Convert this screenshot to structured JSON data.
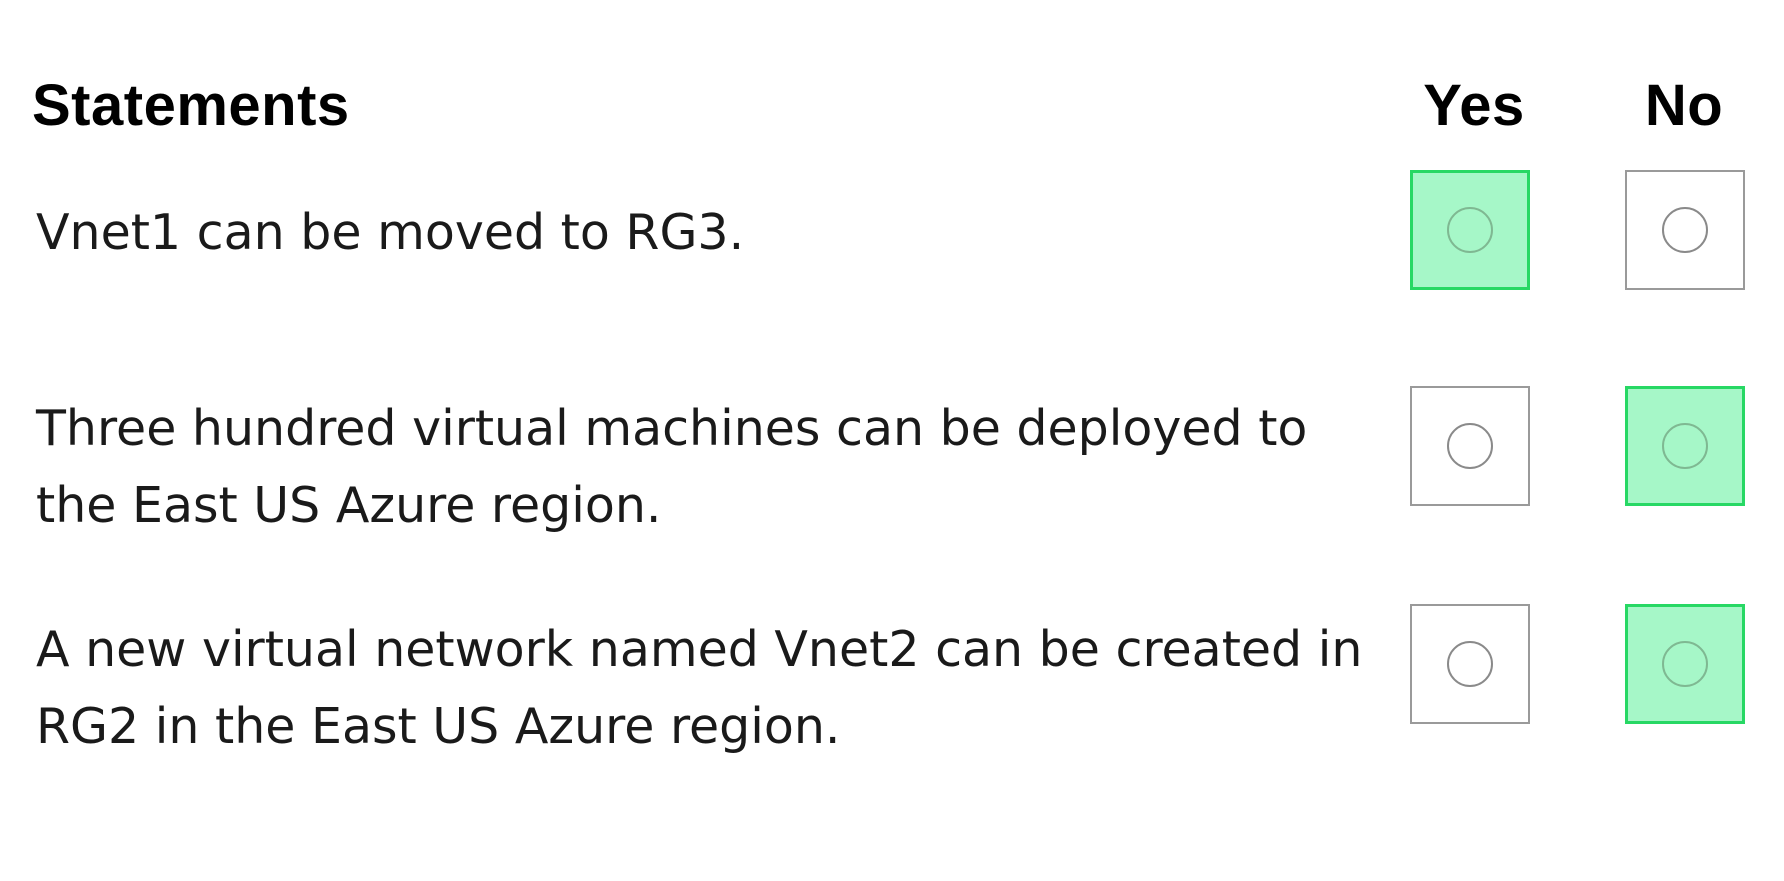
{
  "headers": {
    "statements": "Statements",
    "yes": "Yes",
    "no": "No"
  },
  "statements": [
    {
      "text": "Vnet1 can be moved to RG3.",
      "selected": "yes"
    },
    {
      "text": "Three hundred virtual machines can be deployed to the East US Azure region.",
      "selected": "no"
    },
    {
      "text": "A new virtual network named Vnet2 can be created in RG2 in the East US Azure region.",
      "selected": "no"
    }
  ],
  "colors": {
    "selected_fill": "#a6f7c8",
    "selected_border": "#27d864",
    "unselected_border": "#9a9a9a"
  }
}
